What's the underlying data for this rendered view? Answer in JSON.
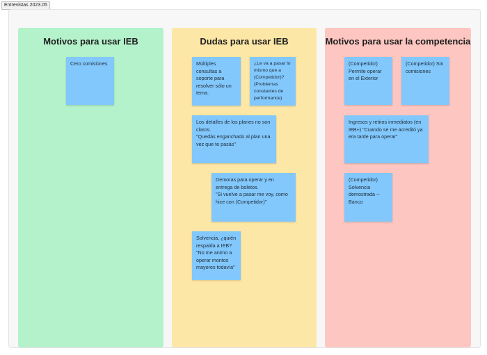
{
  "frame": {
    "label": "Entrevistas 2023.05"
  },
  "colors": {
    "col1": "#b3f2ca",
    "col2": "#fde7a6",
    "col3": "#fec6c0",
    "note": "#82c8fd"
  },
  "columns": [
    {
      "title": "Motivos para usar IEB",
      "notes": [
        "Cero comisiones"
      ]
    },
    {
      "title": "Dudas para usar IEB",
      "notes": [
        "Múltiples consultas a soporte para resolver sólo un tema.",
        "¿Le va a pasar lo mismo que a (Competidor)? (Problemas constantes de performance)",
        "Los detalles de los planes no son claros.\n\"Quedás enganchado al plan una vez que te pasás\"",
        "Demoras para operar y en entrega de boletos.\n\"Si vuelve a pasar me voy, como hice con (Competidor)\"",
        "Solvencia, ¿quién respalda a IEB?\n\"No me animo a operar montos mayores todavía\""
      ]
    },
    {
      "title": "Motivos para usar la competencia",
      "notes": [
        "(Competidor) Permite operar en el Exterior",
        "(Competidor) Sin comisiones",
        "Ingresos y retiros inmediatos (en IEB+) \"Cuando se me acreditó ya era tarde para operar\"",
        "(Competidor) Solvencia demostrada -- Banco"
      ]
    }
  ]
}
